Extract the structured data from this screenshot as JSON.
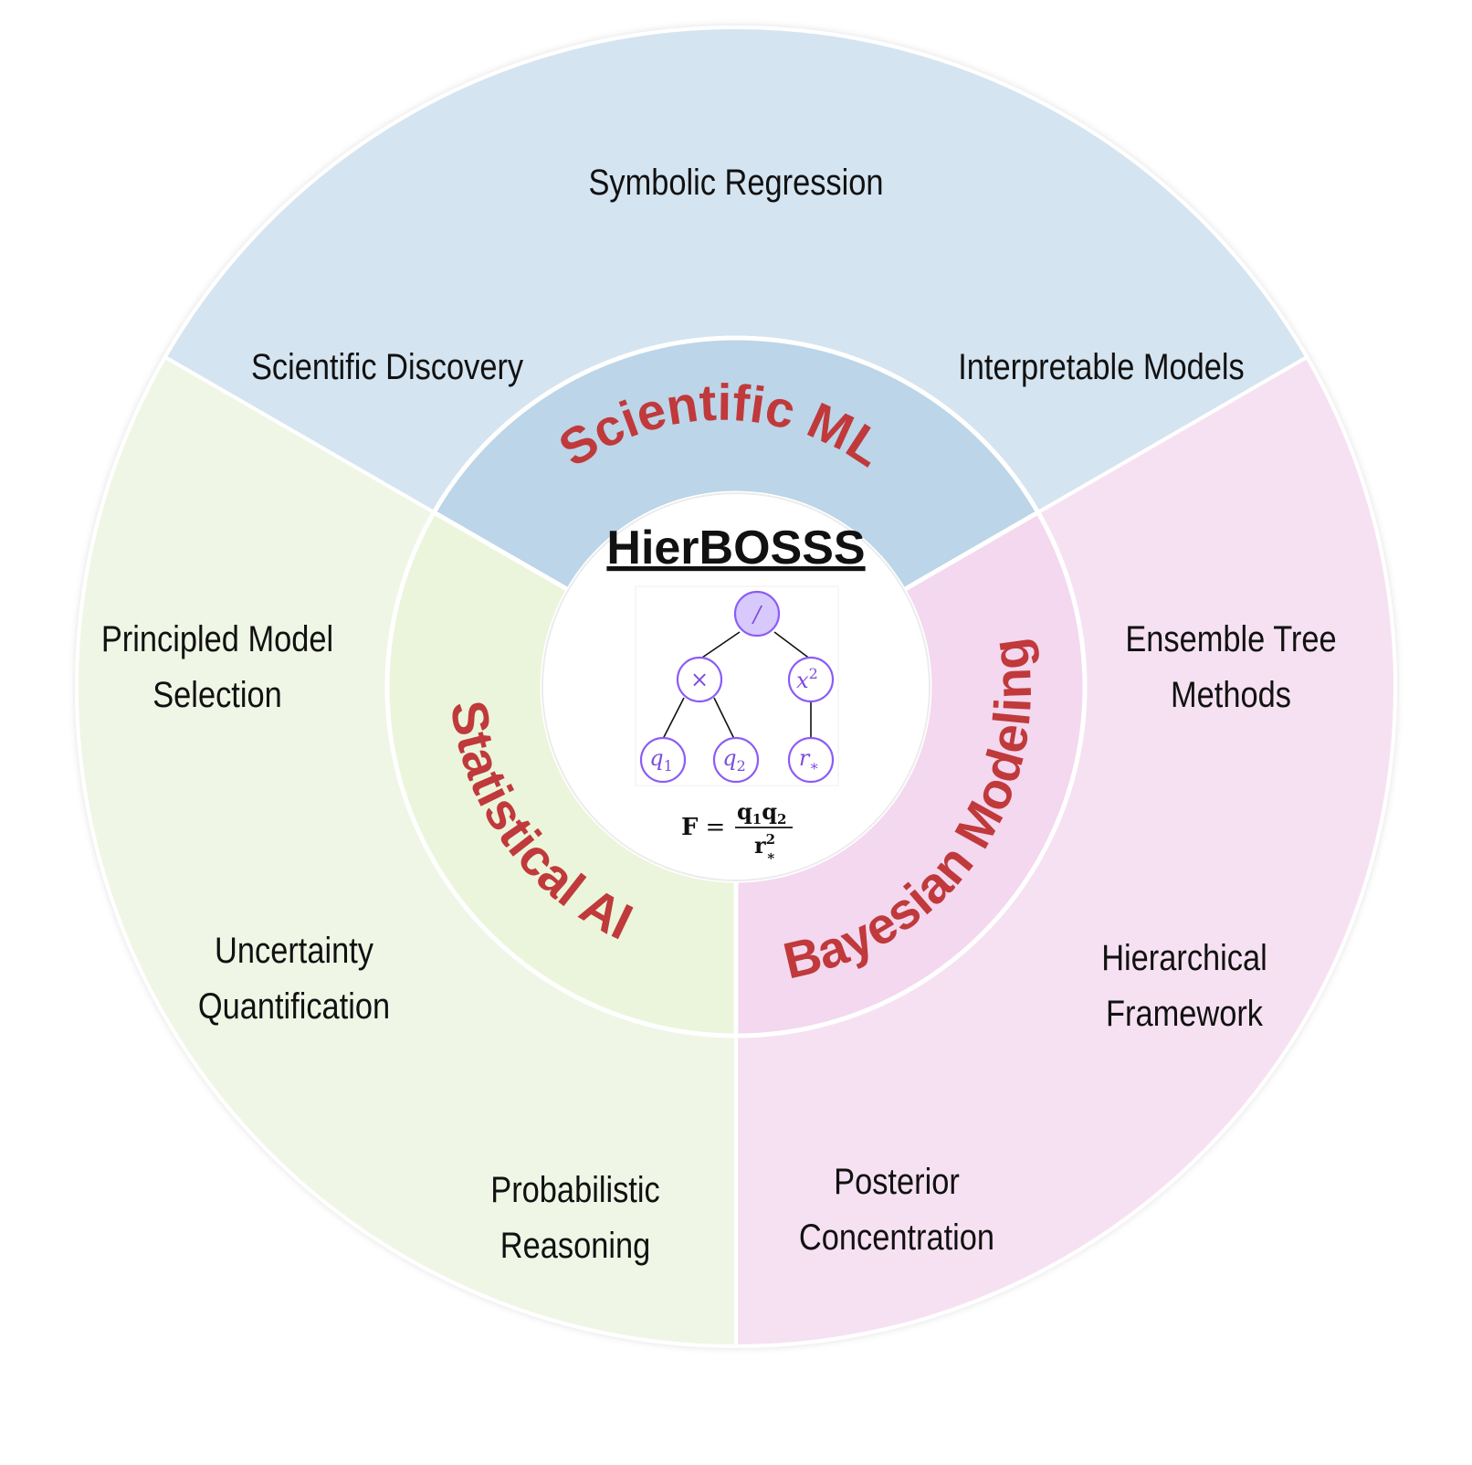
{
  "colors": {
    "blue_outer": "#d4e4f0",
    "blue_inner": "#bcd5e8",
    "green_outer": "#eff6e5",
    "green_inner": "#ebf5db",
    "pink_outer": "#f6e1f2",
    "pink_inner": "#f3d8ef",
    "accent_red": "#c0393b",
    "tree_purple": "#8b5cf6"
  },
  "center": {
    "title": "HierBOSSS",
    "tree": {
      "root": "/",
      "left": "×",
      "right_base": "x",
      "right_exp": "2",
      "leaf1_base": "q",
      "leaf1_sub": "1",
      "leaf2_base": "q",
      "leaf2_sub": "2",
      "leaf3_base": "r",
      "leaf3_sub": "∗"
    },
    "formula": {
      "lhs": "F",
      "equals": "=",
      "num_q1_base": "q",
      "num_q1_sub": "1",
      "num_q2_base": "q",
      "num_q2_sub": "2",
      "den_base": "r",
      "den_sup": "2",
      "den_sub": "∗"
    }
  },
  "inner_ring": {
    "scientific_ml": "Scientific ML",
    "statistical_ai": "Statistical AI",
    "bayesian_modeling": "Bayesian Modeling"
  },
  "outer_ring": {
    "symbolic_regression": "Symbolic Regression",
    "scientific_discovery": "Scientific Discovery",
    "interpretable_models": "Interpretable Models",
    "principled_model_selection": [
      "Principled Model",
      "Selection"
    ],
    "uncertainty_quantification": [
      "Uncertainty",
      "Quantification"
    ],
    "probabilistic_reasoning": [
      "Probabilistic",
      "Reasoning"
    ],
    "ensemble_tree_methods": [
      "Ensemble Tree",
      "Methods"
    ],
    "hierarchical_framework": [
      "Hierarchical",
      "Framework"
    ],
    "posterior_concentration": [
      "Posterior",
      "Concentration"
    ]
  }
}
